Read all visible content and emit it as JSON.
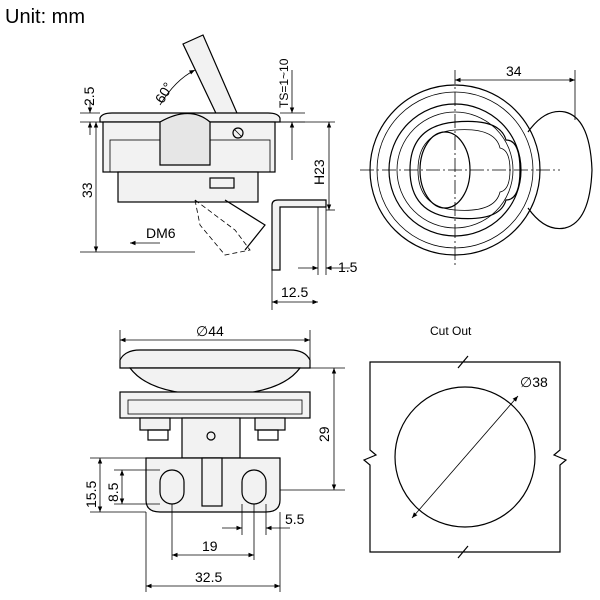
{
  "header": {
    "unit_label": "Unit: mm"
  },
  "side_view": {
    "angle_label": "60°",
    "ts_label": "TS=1~10",
    "h_label": "H23",
    "dm_label": "DM6",
    "d_2_5": "2.5",
    "d_33": "33",
    "d_1_5": "1.5",
    "d_12_5": "12.5"
  },
  "back_view": {
    "d_34": "34"
  },
  "front_view": {
    "dia_44": "∅44",
    "d_29": "29",
    "d_15_5": "15.5",
    "d_8_5": "8.5",
    "d_5_5": "5.5",
    "d_19": "19",
    "d_32_5": "32.5"
  },
  "cutout": {
    "title": "Cut Out",
    "dia_38": "∅38"
  }
}
